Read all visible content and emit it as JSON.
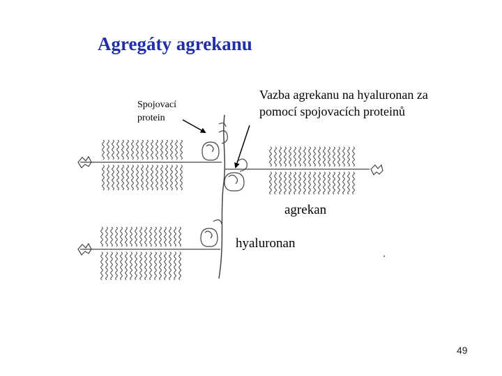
{
  "slide": {
    "title": "Agregáty agrekanu",
    "page_number": "49"
  },
  "diagram": {
    "labels": {
      "link_protein": "Spojovací protein",
      "binding": "Vazba agrekanu na hyaluronan za pomocí spojovacích proteinů",
      "aggrecan": "agrekan",
      "hyaluronan": "hyaluronan"
    },
    "colors": {
      "title": "#1f2fa8",
      "line": "#444444"
    }
  }
}
